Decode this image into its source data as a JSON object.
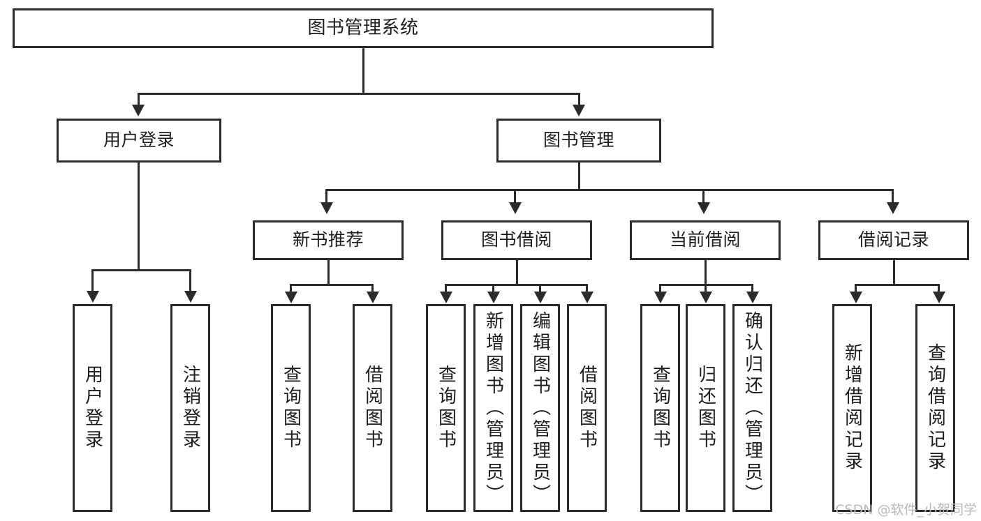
{
  "diagram": {
    "type": "tree",
    "title": "图书管理系统",
    "watermark": "CSDN @软件_小贺同学",
    "colors": {
      "stroke": "#2b2b2b",
      "fill": "#ffffff",
      "text": "#1d1d1d",
      "watermark": "#b9b9b9"
    }
  },
  "nodes": {
    "root": {
      "label": "图书管理系统"
    },
    "level2": [
      {
        "label": "用户登录"
      },
      {
        "label": "图书管理"
      }
    ],
    "level3": [
      {
        "label": "新书推荐"
      },
      {
        "label": "图书借阅"
      },
      {
        "label": "当前借阅"
      },
      {
        "label": "借阅记录"
      }
    ],
    "leaves": {
      "user_login": [
        {
          "label": "用户登录"
        },
        {
          "label": "注销登录"
        }
      ],
      "new_book": [
        {
          "label": "查询图书"
        },
        {
          "label": "借阅图书"
        }
      ],
      "book_borrow": [
        {
          "label": "查询图书"
        },
        {
          "label": "新增图书（管理员）"
        },
        {
          "label": "编辑图书（管理员）"
        },
        {
          "label": "借阅图书"
        }
      ],
      "current_borrow": [
        {
          "label": "查询图书"
        },
        {
          "label": "归还图书"
        },
        {
          "label": "确认归还（管理员）"
        }
      ],
      "borrow_record": [
        {
          "label": "新增借阅记录"
        },
        {
          "label": "查询借阅记录"
        }
      ]
    }
  }
}
